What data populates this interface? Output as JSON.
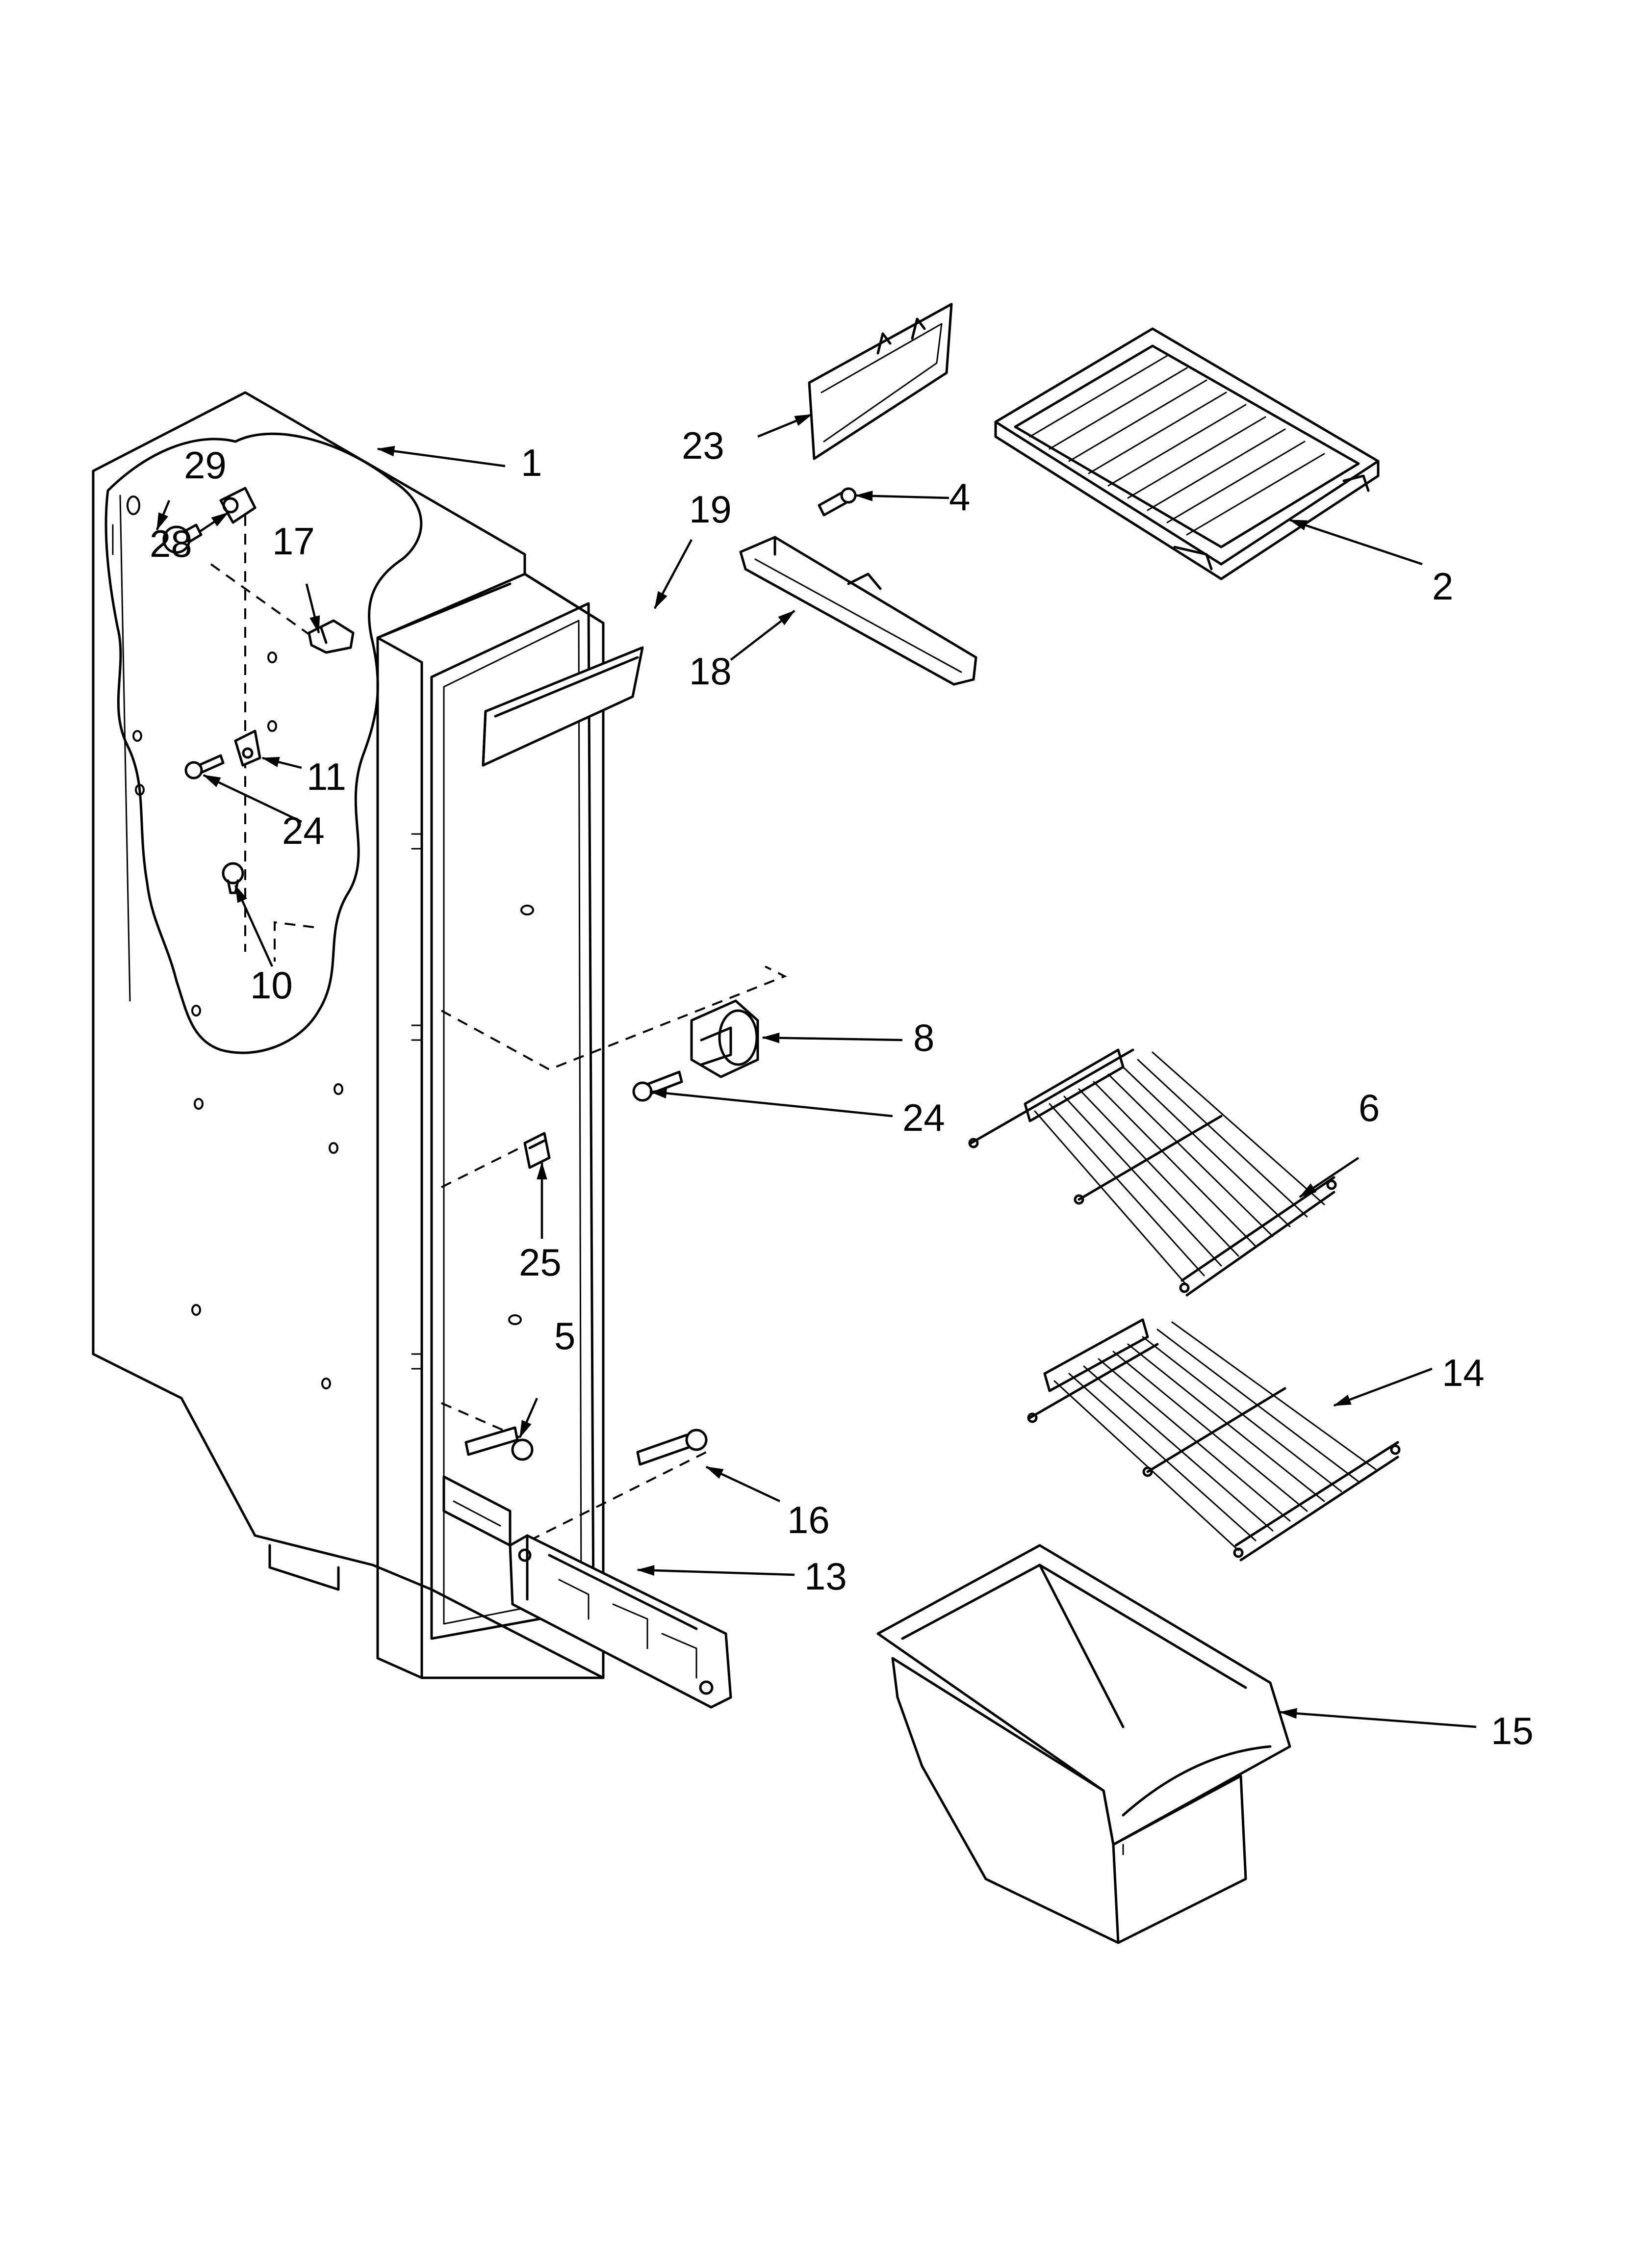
{
  "callouts": [
    {
      "id": "c1",
      "label": "1"
    },
    {
      "id": "c2",
      "label": "2"
    },
    {
      "id": "c4",
      "label": "4"
    },
    {
      "id": "c5",
      "label": "5"
    },
    {
      "id": "c6",
      "label": "6"
    },
    {
      "id": "c8",
      "label": "8"
    },
    {
      "id": "c10",
      "label": "10"
    },
    {
      "id": "c11",
      "label": "11"
    },
    {
      "id": "c13",
      "label": "13"
    },
    {
      "id": "c14",
      "label": "14"
    },
    {
      "id": "c15",
      "label": "15"
    },
    {
      "id": "c16",
      "label": "16"
    },
    {
      "id": "c17",
      "label": "17"
    },
    {
      "id": "c18",
      "label": "18"
    },
    {
      "id": "c19",
      "label": "19"
    },
    {
      "id": "c23",
      "label": "23"
    },
    {
      "id": "c24a",
      "label": "24"
    },
    {
      "id": "c24b",
      "label": "24"
    },
    {
      "id": "c25",
      "label": "25"
    },
    {
      "id": "c28",
      "label": "28"
    },
    {
      "id": "c29",
      "label": "29"
    }
  ]
}
